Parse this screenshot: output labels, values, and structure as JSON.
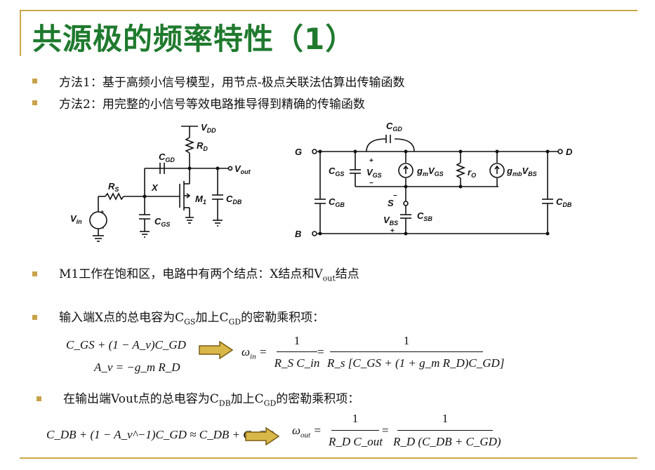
{
  "title": "共源极的频率特性（1）",
  "bullets": {
    "m1": "方法1：基于高频小信号模型，用节点-极点关联法估算出传输函数",
    "m2": "方法2：用完整的小信号等效电路推导得到精确的传输函数",
    "sat": "M1工作在饱和区，电路中有两个结点：X结点和V",
    "sat_sub": "out",
    "sat_end": "结点",
    "inp_a": "输入端X点的总电容为C",
    "inp_sub1": "GS",
    "inp_b": "加上C",
    "inp_sub2": "GD",
    "inp_c": "的密勒乘积项：",
    "out_a": "在输出端Vout点的总电容为C",
    "out_sub1": "DB",
    "out_b": "加上C",
    "out_sub2": "GD",
    "out_c": "的密勒乘积项："
  },
  "circuit_left": {
    "vdd": "V",
    "vdd_sub": "DD",
    "rd": "R",
    "rd_sub": "D",
    "cgd": "C",
    "cgd_sub": "GD",
    "vout": "V",
    "vout_sub": "out",
    "rs": "R",
    "rs_sub": "S",
    "x": "X",
    "m1": "M",
    "m1_sub": "1",
    "cdb": "C",
    "cdb_sub": "DB",
    "vin": "V",
    "vin_sub": "in",
    "cgs": "C",
    "cgs_sub": "GS"
  },
  "circuit_right": {
    "cgd": "C",
    "cgd_sub": "GD",
    "g": "G",
    "d": "D",
    "s": "S",
    "b": "B",
    "cgs": "C",
    "cgs_sub": "GS",
    "vgs": "V",
    "vgs_sub": "GS",
    "gmvgs": "g",
    "gmvgs_sub": "m",
    "gmvgs_b": "V",
    "gmvgs_sub2": "GS",
    "ro": "r",
    "ro_sub": "O",
    "gmbvbs": "g",
    "gmbvbs_sub": "mb",
    "gmbvbs_b": "V",
    "gmbvbs_sub2": "BS",
    "cgb": "C",
    "cgb_sub": "GB",
    "cdb": "C",
    "cdb_sub": "DB",
    "vbs": "V",
    "vbs_sub": "BS",
    "csb": "C",
    "csb_sub": "SB",
    "plus": "+",
    "minus": "−"
  },
  "equations": {
    "miller_in": "C_GS + (1 − A_v)C_GD",
    "av": "A_v = −g_m R_D",
    "win_num": "1",
    "win_den1": "R_S C_in",
    "win_num2": "1",
    "win_den2": "R_s [C_GS + (1 + g_m R_D)C_GD]",
    "miller_out": "C_DB + (1 − A_v^−1)C_GD ≈ C_DB + C_GD",
    "wout_num": "1",
    "wout_den1": "R_D C_out",
    "wout_num2": "1",
    "wout_den2": "R_D (C_DB + C_GD)"
  },
  "colors": {
    "title": "#1f7a2e",
    "rule": "#c8a84a",
    "bullet": "#c8a24a",
    "arrow_fill": "#d9b84a",
    "arrow_stroke": "#7a5a10"
  }
}
